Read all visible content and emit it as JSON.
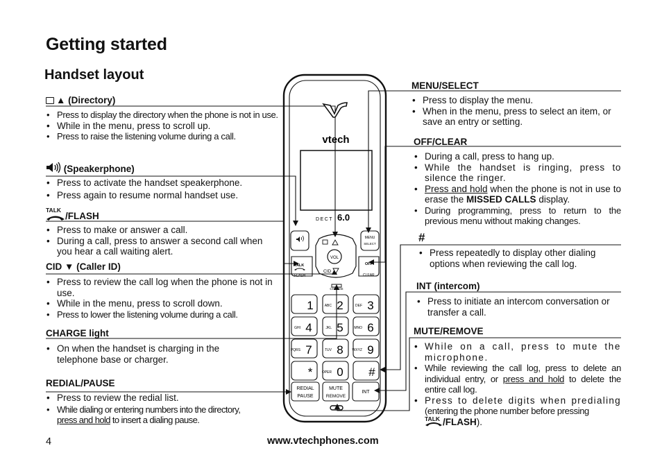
{
  "page_title": "Getting started",
  "section_title": "Handset layout",
  "left": {
    "directory": {
      "heading": "(Directory)",
      "items": [
        "Press to display the directory when the phone  is not in use.",
        "While in the menu, press to scroll up.",
        "Press to raise the listening volume during a call."
      ]
    },
    "speakerphone": {
      "heading": "(Speakerphone)",
      "items": [
        "Press to activate the handset speakerphone.",
        "Press again to resume normal handset use."
      ]
    },
    "flash": {
      "talk_label": "TALK",
      "heading": "/FLASH",
      "items": [
        "Press to make or answer a call.",
        "During a call, press to answer a second call when you hear a call waiting alert."
      ]
    },
    "cid": {
      "heading": "CID ▼ (Caller ID)",
      "items": [
        "Press to review the call log when the phone is not in use.",
        "While in the menu, press to scroll down.",
        "Press to lower the listening volume during a call."
      ]
    },
    "charge": {
      "heading": "CHARGE light",
      "items": [
        "On when the handset is charging in the telephone base or charger."
      ]
    },
    "redial": {
      "heading": "REDIAL/PAUSE",
      "item1": "Press to review the redial list.",
      "item2_a": "While dialing or entering numbers into the directory,",
      "item2_u": "press and hold",
      "item2_b": " to insert a dialing pause."
    }
  },
  "right": {
    "menu": {
      "heading": "MENU/SELECT",
      "items": [
        "Press to display the menu.",
        "When in the menu, press to select an item, or save an entry or setting."
      ]
    },
    "off": {
      "heading": "OFF/CLEAR",
      "item1": "During a call, press to hang up.",
      "item2": "While the handset is ringing, press to silence the ringer.",
      "item3_u": "Press and hold",
      "item3_a": " when the phone is not in use to erase the ",
      "item3_b": "MISSED CALLS",
      "item3_c": " display.",
      "item4": "During programming, press to return to the previous menu without making changes."
    },
    "hash": {
      "heading": "#",
      "items": [
        "Press repeatedly to display other dialing options when reviewing the call log."
      ]
    },
    "int": {
      "heading": "INT (intercom)",
      "items": [
        "Press to initiate an intercom conversation or transfer a call."
      ]
    },
    "mute": {
      "heading": "MUTE/REMOVE",
      "item1": "While on a call, press to mute the microphone.",
      "item2_a": "While reviewing the call log, press to delete an individual entry, or ",
      "item2_u": "press and hold",
      "item2_b": " to delete the entire call log.",
      "item3_a": "Press to delete digits when predialing ",
      "item3_b": "(entering the phone number before pressing",
      "item3_talk": "TALK",
      "item3_c": "/FLASH",
      "item3_d": ")."
    }
  },
  "phone": {
    "brand": "vtech",
    "dect": "DECT",
    "dect_version": "6.0",
    "keys": {
      "menu": "MENU",
      "select": "SELECT",
      "vol": "VOL",
      "cid": "CID",
      "talk": "TALK",
      "flash": "FLASH",
      "off": "OFF",
      "clear": "CLEAR",
      "charge": "CHARGE",
      "redial": "REDIAL",
      "pause": "PAUSE",
      "mute": "MUTE",
      "remove": "REMOVE",
      "int": "INT"
    },
    "digits": [
      {
        "d": "1",
        "l": ""
      },
      {
        "d": "2",
        "l": "ABC"
      },
      {
        "d": "3",
        "l": "DEF"
      },
      {
        "d": "4",
        "l": "GHI"
      },
      {
        "d": "5",
        "l": "JKL"
      },
      {
        "d": "6",
        "l": "MNO"
      },
      {
        "d": "7",
        "l": "PQRS"
      },
      {
        "d": "8",
        "l": "TUV"
      },
      {
        "d": "9",
        "l": "WXYZ"
      },
      {
        "d": "*",
        "l": ""
      },
      {
        "d": "0",
        "l": "OPER"
      },
      {
        "d": "#",
        "l": ""
      }
    ]
  },
  "footer": {
    "page_number": "4",
    "url": "www.vtechphones.com"
  }
}
